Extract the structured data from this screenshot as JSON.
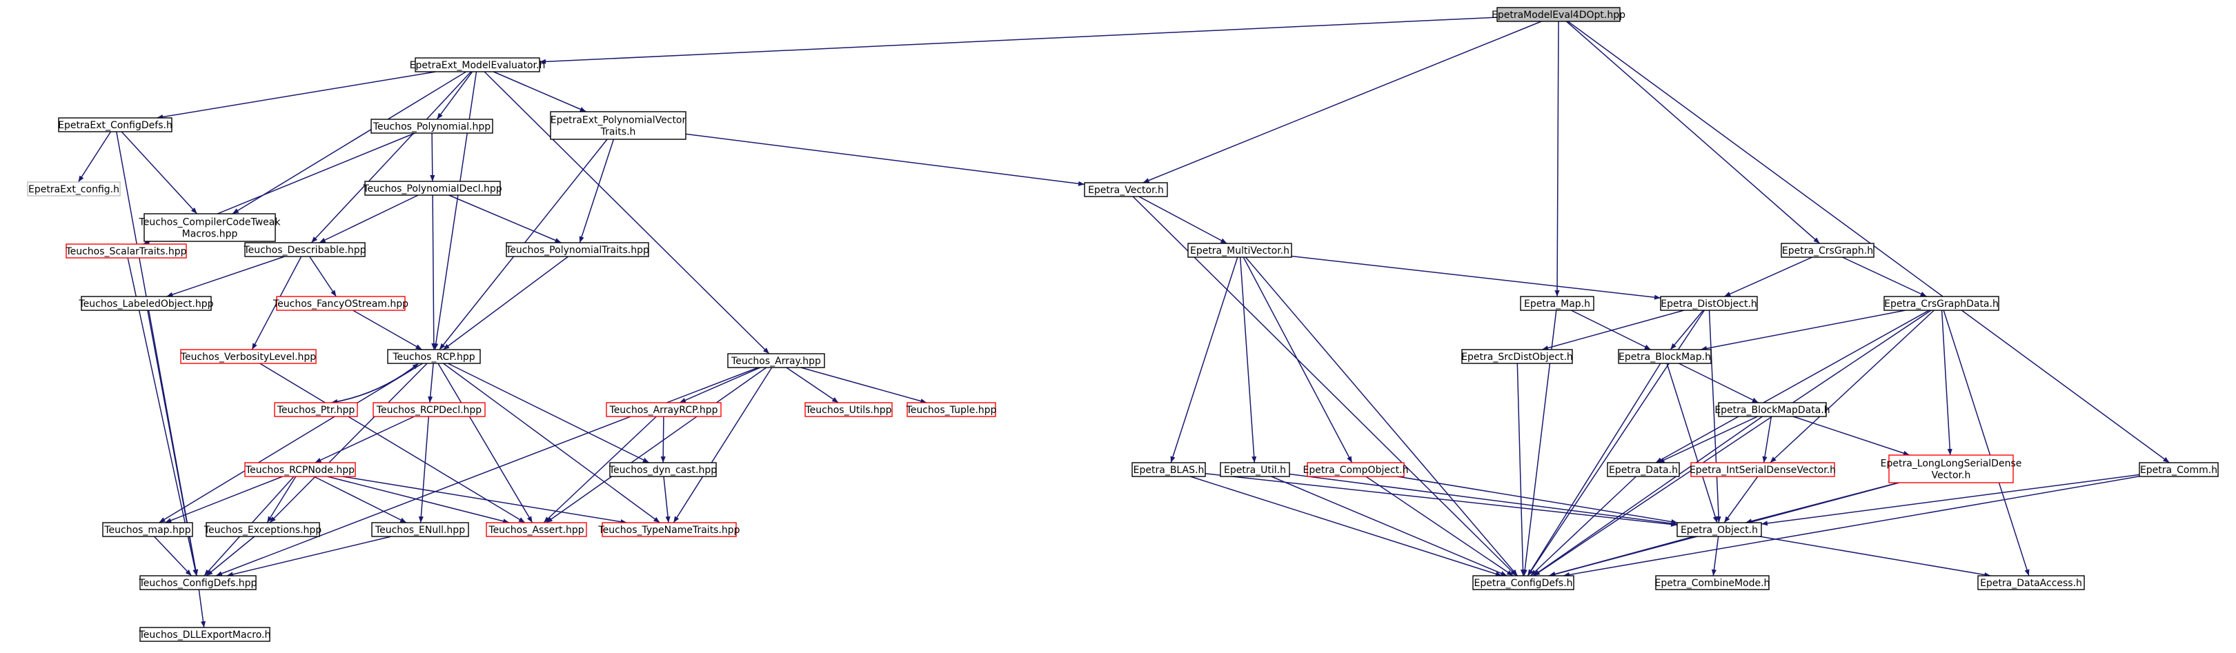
{
  "colors": {
    "edge": "#191970",
    "node_border_normal": "#000000",
    "node_border_truncated": "#ff0000",
    "node_border_external": "#bfbfbf",
    "root_fill": "#bfbfbf",
    "node_fill": "#ffffff",
    "external_text": "#7f7f7f"
  },
  "nodes": [
    {
      "id": "root",
      "lines": [
        "EpetraModelEval4DOpt.hpp"
      ],
      "style": "root"
    },
    {
      "id": "me",
      "lines": [
        "EpetraExt_ModelEvaluator.h"
      ],
      "style": "normal"
    },
    {
      "id": "cfg",
      "lines": [
        "EpetraExt_ConfigDefs.h"
      ],
      "style": "normal"
    },
    {
      "id": "extcfg",
      "lines": [
        "EpetraExt_config.h"
      ],
      "style": "external"
    },
    {
      "id": "ccode",
      "lines": [
        "Teuchos_CompilerCodeTweak",
        "Macros.hpp"
      ],
      "style": "normal"
    },
    {
      "id": "poly",
      "lines": [
        "Teuchos_Polynomial.hpp"
      ],
      "style": "normal"
    },
    {
      "id": "polyvt",
      "lines": [
        "EpetraExt_PolynomialVector",
        "Traits.h"
      ],
      "style": "normal"
    },
    {
      "id": "polydecl",
      "lines": [
        "Teuchos_PolynomialDecl.hpp"
      ],
      "style": "normal"
    },
    {
      "id": "scalar",
      "lines": [
        "Teuchos_ScalarTraits.hpp"
      ],
      "style": "truncated"
    },
    {
      "id": "descr",
      "lines": [
        "Teuchos_Describable.hpp"
      ],
      "style": "normal"
    },
    {
      "id": "polytraits",
      "lines": [
        "Teuchos_PolynomialTraits.hpp"
      ],
      "style": "normal"
    },
    {
      "id": "labeled",
      "lines": [
        "Teuchos_LabeledObject.hpp"
      ],
      "style": "normal"
    },
    {
      "id": "fancy",
      "lines": [
        "Teuchos_FancyOStream.hpp"
      ],
      "style": "truncated"
    },
    {
      "id": "verb",
      "lines": [
        "Teuchos_VerbosityLevel.hpp"
      ],
      "style": "truncated"
    },
    {
      "id": "rcp",
      "lines": [
        "Teuchos_RCP.hpp"
      ],
      "style": "normal"
    },
    {
      "id": "array",
      "lines": [
        "Teuchos_Array.hpp"
      ],
      "style": "normal"
    },
    {
      "id": "ptr",
      "lines": [
        "Teuchos_Ptr.hpp"
      ],
      "style": "truncated"
    },
    {
      "id": "rcpdecl",
      "lines": [
        "Teuchos_RCPDecl.hpp"
      ],
      "style": "truncated"
    },
    {
      "id": "arrayrcp",
      "lines": [
        "Teuchos_ArrayRCP.hpp"
      ],
      "style": "truncated"
    },
    {
      "id": "utils",
      "lines": [
        "Teuchos_Utils.hpp"
      ],
      "style": "truncated"
    },
    {
      "id": "tuple",
      "lines": [
        "Teuchos_Tuple.hpp"
      ],
      "style": "truncated"
    },
    {
      "id": "dyncast",
      "lines": [
        "Teuchos_dyn_cast.hpp"
      ],
      "style": "normal"
    },
    {
      "id": "rcpnode",
      "lines": [
        "Teuchos_RCPNode.hpp"
      ],
      "style": "truncated"
    },
    {
      "id": "map",
      "lines": [
        "Teuchos_map.hpp"
      ],
      "style": "normal"
    },
    {
      "id": "except",
      "lines": [
        "Teuchos_Exceptions.hpp"
      ],
      "style": "normal"
    },
    {
      "id": "enull",
      "lines": [
        "Teuchos_ENull.hpp"
      ],
      "style": "normal"
    },
    {
      "id": "assert",
      "lines": [
        "Teuchos_Assert.hpp"
      ],
      "style": "truncated"
    },
    {
      "id": "typename",
      "lines": [
        "Teuchos_TypeNameTraits.hpp"
      ],
      "style": "truncated"
    },
    {
      "id": "tcfg",
      "lines": [
        "Teuchos_ConfigDefs.hpp"
      ],
      "style": "normal"
    },
    {
      "id": "dll",
      "lines": [
        "Teuchos_DLLExportMacro.h"
      ],
      "style": "normal"
    },
    {
      "id": "evec",
      "lines": [
        "Epetra_Vector.h"
      ],
      "style": "normal"
    },
    {
      "id": "emv",
      "lines": [
        "Epetra_MultiVector.h"
      ],
      "style": "normal"
    },
    {
      "id": "emap",
      "lines": [
        "Epetra_Map.h"
      ],
      "style": "normal"
    },
    {
      "id": "edist",
      "lines": [
        "Epetra_DistObject.h"
      ],
      "style": "normal"
    },
    {
      "id": "ecrsg",
      "lines": [
        "Epetra_CrsGraph.h"
      ],
      "style": "normal"
    },
    {
      "id": "ecrsgd",
      "lines": [
        "Epetra_CrsGraphData.h"
      ],
      "style": "normal"
    },
    {
      "id": "esrcdist",
      "lines": [
        "Epetra_SrcDistObject.h"
      ],
      "style": "normal"
    },
    {
      "id": "ebmap",
      "lines": [
        "Epetra_BlockMap.h"
      ],
      "style": "normal"
    },
    {
      "id": "ebmapd",
      "lines": [
        "Epetra_BlockMapData.h"
      ],
      "style": "normal"
    },
    {
      "id": "eblas",
      "lines": [
        "Epetra_BLAS.h"
      ],
      "style": "normal"
    },
    {
      "id": "eutil",
      "lines": [
        "Epetra_Util.h"
      ],
      "style": "normal"
    },
    {
      "id": "ecomp",
      "lines": [
        "Epetra_CompObject.h"
      ],
      "style": "truncated"
    },
    {
      "id": "edata",
      "lines": [
        "Epetra_Data.h"
      ],
      "style": "normal"
    },
    {
      "id": "eintsd",
      "lines": [
        "Epetra_IntSerialDenseVector.h"
      ],
      "style": "truncated"
    },
    {
      "id": "elongsd",
      "lines": [
        "Epetra_LongLongSerialDense",
        "Vector.h"
      ],
      "style": "truncated"
    },
    {
      "id": "ecomm",
      "lines": [
        "Epetra_Comm.h"
      ],
      "style": "normal"
    },
    {
      "id": "eobj",
      "lines": [
        "Epetra_Object.h"
      ],
      "style": "normal"
    },
    {
      "id": "ecfg",
      "lines": [
        "Epetra_ConfigDefs.h"
      ],
      "style": "normal"
    },
    {
      "id": "ecmode",
      "lines": [
        "Epetra_CombineMode.h"
      ],
      "style": "normal"
    },
    {
      "id": "edacc",
      "lines": [
        "Epetra_DataAccess.h"
      ],
      "style": "normal"
    }
  ],
  "edges": [
    [
      "root",
      "me"
    ],
    [
      "root",
      "evec"
    ],
    [
      "root",
      "emap"
    ],
    [
      "root",
      "ecrsg"
    ],
    [
      "root",
      "ecomm"
    ],
    [
      "me",
      "cfg"
    ],
    [
      "me",
      "ccode"
    ],
    [
      "me",
      "poly"
    ],
    [
      "me",
      "polyvt"
    ],
    [
      "me",
      "descr"
    ],
    [
      "me",
      "rcp"
    ],
    [
      "me",
      "array"
    ],
    [
      "cfg",
      "extcfg"
    ],
    [
      "cfg",
      "ccode"
    ],
    [
      "cfg",
      "tcfg"
    ],
    [
      "poly",
      "polydecl"
    ],
    [
      "poly",
      "scalar"
    ],
    [
      "polyvt",
      "polytraits"
    ],
    [
      "polyvt",
      "rcp"
    ],
    [
      "polyvt",
      "evec"
    ],
    [
      "polydecl",
      "descr"
    ],
    [
      "polydecl",
      "polytraits"
    ],
    [
      "polydecl",
      "rcp"
    ],
    [
      "scalar",
      "tcfg"
    ],
    [
      "descr",
      "labeled"
    ],
    [
      "descr",
      "fancy"
    ],
    [
      "descr",
      "verb"
    ],
    [
      "polytraits",
      "rcp"
    ],
    [
      "labeled",
      "tcfg"
    ],
    [
      "fancy",
      "rcp"
    ],
    [
      "verb",
      "assert"
    ],
    [
      "rcp",
      "ptr"
    ],
    [
      "rcp",
      "rcpdecl"
    ],
    [
      "rcp",
      "map"
    ],
    [
      "rcp",
      "except"
    ],
    [
      "rcp",
      "assert"
    ],
    [
      "rcp",
      "dyncast"
    ],
    [
      "rcp",
      "typename"
    ],
    [
      "ptr",
      "rcp"
    ],
    [
      "rcpdecl",
      "rcpnode"
    ],
    [
      "rcpdecl",
      "enull"
    ],
    [
      "array",
      "arrayrcp"
    ],
    [
      "array",
      "utils"
    ],
    [
      "array",
      "tuple"
    ],
    [
      "array",
      "assert"
    ],
    [
      "array",
      "typename"
    ],
    [
      "array",
      "tcfg"
    ],
    [
      "arrayrcp",
      "dyncast"
    ],
    [
      "arrayrcp",
      "assert"
    ],
    [
      "dyncast",
      "typename"
    ],
    [
      "rcpnode",
      "map"
    ],
    [
      "rcpnode",
      "except"
    ],
    [
      "rcpnode",
      "enull"
    ],
    [
      "rcpnode",
      "assert"
    ],
    [
      "rcpnode",
      "typename"
    ],
    [
      "rcpnode",
      "tcfg"
    ],
    [
      "map",
      "tcfg"
    ],
    [
      "except",
      "tcfg"
    ],
    [
      "enull",
      "tcfg"
    ],
    [
      "tcfg",
      "dll"
    ],
    [
      "evec",
      "emv"
    ],
    [
      "evec",
      "ecfg"
    ],
    [
      "emv",
      "edist"
    ],
    [
      "emv",
      "eblas"
    ],
    [
      "emv",
      "eutil"
    ],
    [
      "emv",
      "ecomp"
    ],
    [
      "emv",
      "ecfg"
    ],
    [
      "emap",
      "ebmap"
    ],
    [
      "emap",
      "ecfg"
    ],
    [
      "ecrsg",
      "edist"
    ],
    [
      "ecrsg",
      "ecrsgd"
    ],
    [
      "ecrsgd",
      "ebmap"
    ],
    [
      "ecrsgd",
      "edata"
    ],
    [
      "ecrsgd",
      "eintsd"
    ],
    [
      "ecrsgd",
      "elongsd"
    ],
    [
      "ecrsgd",
      "ecfg"
    ],
    [
      "ecrsgd",
      "edacc"
    ],
    [
      "edist",
      "esrcdist"
    ],
    [
      "edist",
      "ebmap"
    ],
    [
      "edist",
      "eobj"
    ],
    [
      "edist",
      "ecfg"
    ],
    [
      "esrcdist",
      "ecfg"
    ],
    [
      "ebmap",
      "ebmapd"
    ],
    [
      "ebmap",
      "eobj"
    ],
    [
      "ebmap",
      "ecfg"
    ],
    [
      "ebmapd",
      "edata"
    ],
    [
      "ebmapd",
      "eintsd"
    ],
    [
      "ebmapd",
      "elongsd"
    ],
    [
      "ebmapd",
      "ecfg"
    ],
    [
      "eblas",
      "eobj"
    ],
    [
      "eblas",
      "ecfg"
    ],
    [
      "eutil",
      "eobj"
    ],
    [
      "eutil",
      "ecfg"
    ],
    [
      "ecomp",
      "eobj"
    ],
    [
      "ecomp",
      "ecfg"
    ],
    [
      "edata",
      "ecfg"
    ],
    [
      "eintsd",
      "eobj"
    ],
    [
      "elongsd",
      "eobj"
    ],
    [
      "elongsd",
      "ecfg"
    ],
    [
      "ecomm",
      "eobj"
    ],
    [
      "ecomm",
      "ecfg"
    ],
    [
      "eobj",
      "ecfg"
    ],
    [
      "eobj",
      "ecmode"
    ],
    [
      "eobj",
      "edacc"
    ]
  ]
}
